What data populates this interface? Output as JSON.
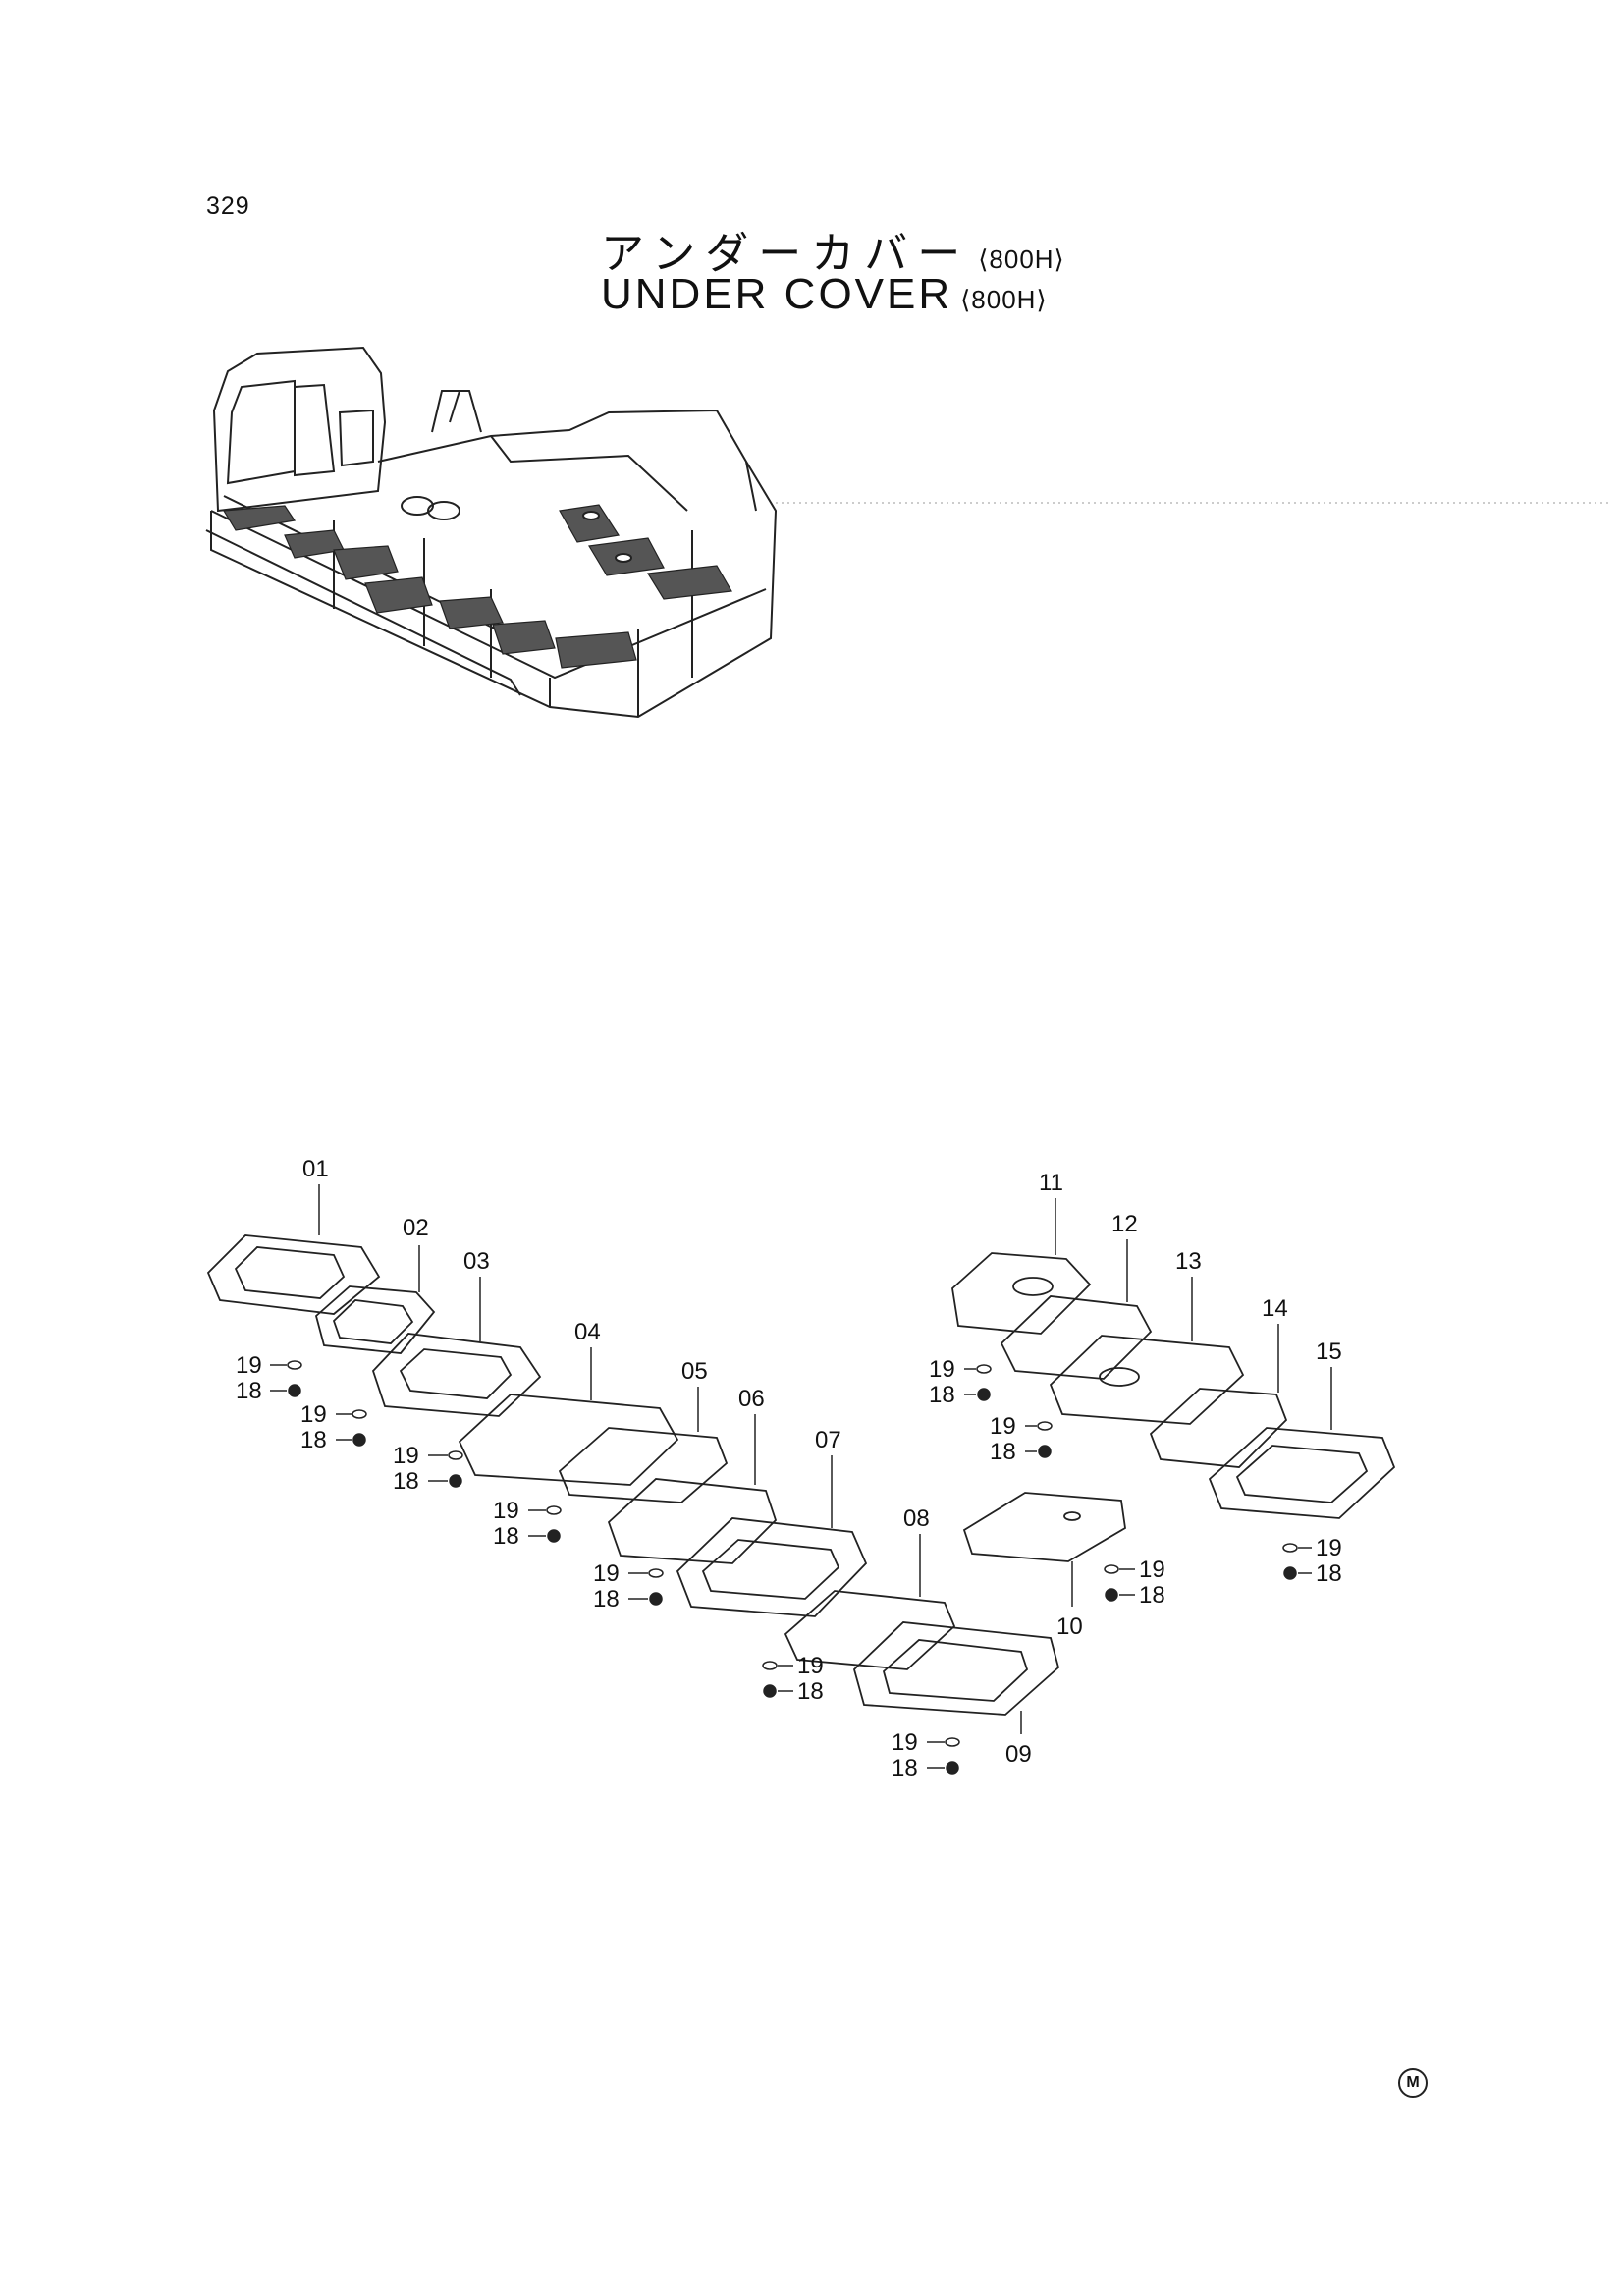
{
  "page_number": "329",
  "title_jp": "アンダーカバー",
  "title_en": "UNDER COVER",
  "variant": "⟨800H⟩",
  "maker_mark": "M",
  "part_labels": [
    "01",
    "02",
    "03",
    "04",
    "05",
    "06",
    "07",
    "08",
    "09",
    "10",
    "11",
    "12",
    "13",
    "14",
    "15"
  ],
  "hardware": {
    "washer": "19",
    "bolt": "18"
  }
}
